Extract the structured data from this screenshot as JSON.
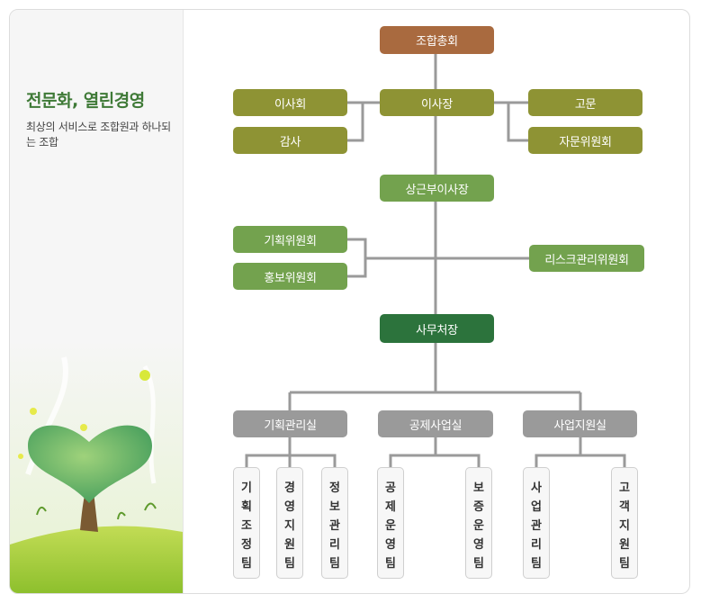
{
  "sidebar": {
    "title": "전문화, 열린경영",
    "description": "최상의 서비스로 조합원과 하나되는 조합"
  },
  "org": {
    "general_assembly": "조합총회",
    "board": "이사회",
    "audit": "감사",
    "chairman": "이사장",
    "advisor": "고문",
    "advisory_committee": "자문위원회",
    "vice_chairman": "상근부이사장",
    "planning_committee": "기획위원회",
    "pr_committee": "홍보위원회",
    "risk_committee": "리스크관리위원회",
    "secretary_general": "사무처장",
    "offices": [
      {
        "name": "기획관리실",
        "teams": [
          "기획조정팀",
          "경영지원팀",
          "정보관리팀"
        ]
      },
      {
        "name": "공제사업실",
        "teams": [
          "공제운영팀",
          "보증운영팀"
        ]
      },
      {
        "name": "사업지원실",
        "teams": [
          "사업관리팀",
          "고객지원팀"
        ]
      }
    ]
  },
  "colors": {
    "top": "#a96a3f",
    "olive": "#8e9334",
    "green": "#73a24e",
    "dark_green": "#2c733c",
    "gray": "#9a9a9a",
    "line": "#9a9a9a"
  }
}
